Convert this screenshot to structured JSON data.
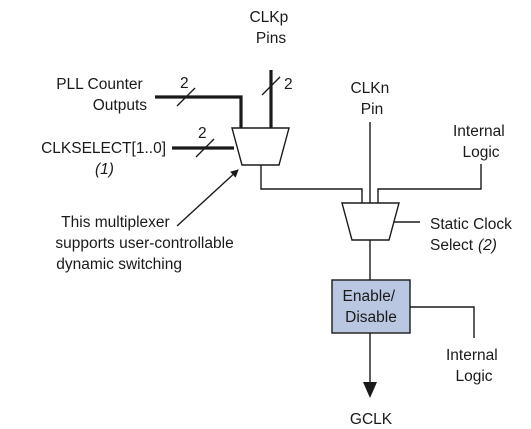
{
  "diagram": {
    "clkp_label": [
      "CLKp",
      "Pins"
    ],
    "clkp_bus_width": "2",
    "clkn_label": [
      "CLKn",
      "Pin"
    ],
    "pll_label": [
      "PLL Counter",
      "Outputs"
    ],
    "pll_bus_width": "2",
    "clkselect_label": "CLKSELECT[1..0]",
    "clkselect_note": "(1)",
    "clkselect_bus_width": "2",
    "internal_logic_top": [
      "Internal",
      "Logic"
    ],
    "internal_logic_bottom": [
      "Internal",
      "Logic"
    ],
    "mux_note": [
      "This multiplexer",
      "supports user-controllable",
      "dynamic switching"
    ],
    "static_clock_select": [
      "Static Clock",
      "Select"
    ],
    "static_clock_note": "(2)",
    "enable_block": [
      "Enable/",
      "Disable"
    ],
    "output_label": "GCLK",
    "colors": {
      "enable_fill": "#b9c7e0",
      "line": "#1a1a1a"
    }
  }
}
